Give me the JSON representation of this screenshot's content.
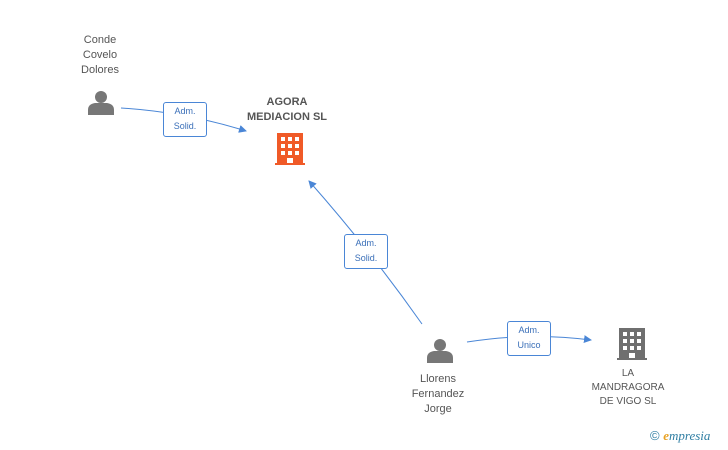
{
  "nodes": {
    "conde": {
      "lines": [
        "Conde",
        "Covelo",
        "Dolores"
      ]
    },
    "agora": {
      "lines": [
        "AGORA",
        "MEDIACION SL"
      ]
    },
    "llorens": {
      "lines": [
        "Llorens",
        "Fernandez",
        "Jorge"
      ]
    },
    "mandragora": {
      "lines": [
        "LA",
        "MANDRAGORA",
        "DE VIGO  SL"
      ]
    }
  },
  "edges": {
    "conde_agora": {
      "lines": [
        "Adm.",
        "Solid."
      ]
    },
    "llorens_agora": {
      "lines": [
        "Adm.",
        "Solid."
      ]
    },
    "llorens_mandragora": {
      "lines": [
        "Adm.",
        "Unico"
      ]
    }
  },
  "colors": {
    "edge": "#4a86d6",
    "person_icon": "#777777",
    "main_company_icon": "#f05a28",
    "company_icon": "#6f6f6f"
  },
  "watermark": {
    "copyright": "©",
    "brand_initial": "e",
    "brand_rest": "mpresia"
  }
}
